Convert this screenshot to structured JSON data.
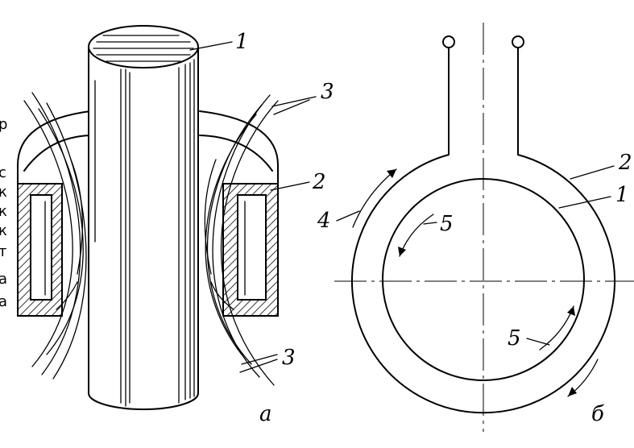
{
  "figure_a": {
    "caption": "а",
    "labels": {
      "rod": "1",
      "inductor": "2",
      "field_lines_top": "3",
      "field_lines_bottom": "3"
    }
  },
  "figure_b": {
    "caption": "б",
    "labels": {
      "rod": "1",
      "inductor": "2",
      "inductor_current": "4",
      "induced_current_top": "5",
      "induced_current_bottom": "5"
    }
  },
  "edge_text": [
    "р",
    "с",
    "к",
    "к",
    "к",
    "т",
    "а",
    "а"
  ]
}
